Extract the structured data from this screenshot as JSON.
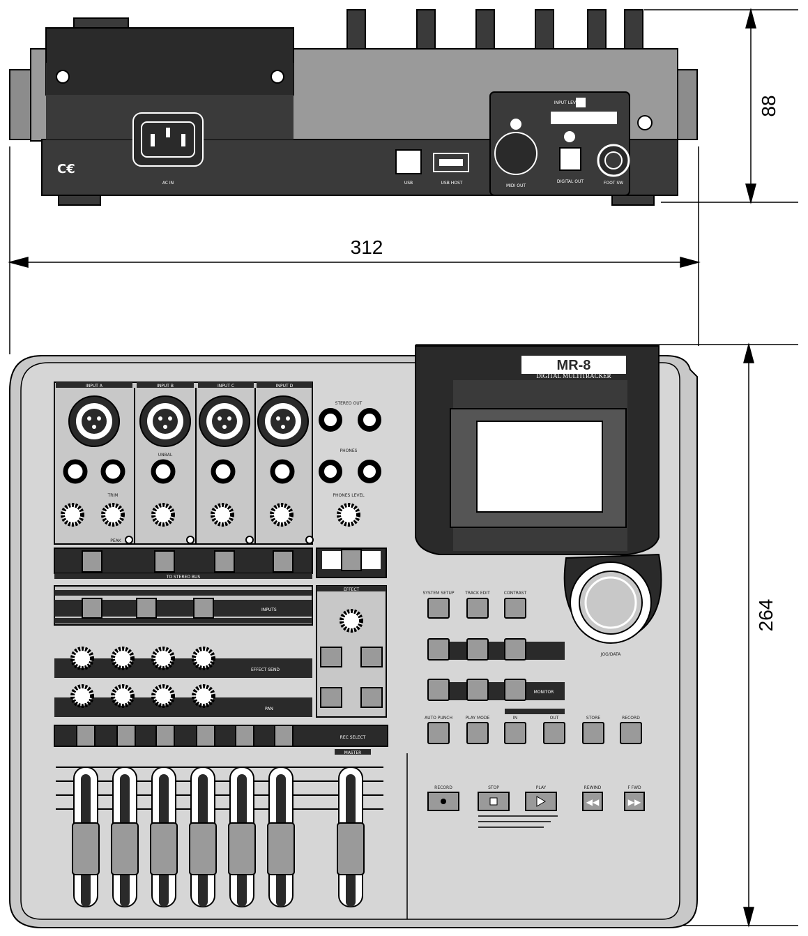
{
  "dimensions": {
    "height_rear": "88",
    "width": "312",
    "depth_top": "264"
  },
  "rear_panel": {
    "labels": {
      "ac_in": "AC IN",
      "usb": "USB",
      "usb_host": "USB HOST",
      "midi_out": "MIDI OUT",
      "digital_out": "DIGITAL OUT",
      "foot_sw": "FOOT SW",
      "input_level": "INPUT LEVEL"
    }
  },
  "top_panel": {
    "brand": "MR-8",
    "subtitle": "DIGITAL MULTITRACKER",
    "inputs": [
      "INPUT A",
      "INPUT B",
      "INPUT C",
      "INPUT D"
    ],
    "stereo_out": "STEREO OUT",
    "phones": "PHONES",
    "phones_level": "PHONES LEVEL",
    "trim": "TRIM",
    "unbal": "UNBAL",
    "peak": "PEAK",
    "to_stereo_bus": "TO STEREO BUS",
    "inputs_label": "INPUTS",
    "effect": "EFFECT",
    "effect_send": "EFFECT SEND",
    "pan": "PAN",
    "rec_select": "REC SELECT",
    "master": "MASTER",
    "jog_label": "JOG/DATA",
    "monitor": "MONITOR",
    "transport": [
      "RECORD",
      "STOP",
      "PLAY",
      "REWIND",
      "F FWD"
    ],
    "keys_row1": [
      "SYSTEM SETUP",
      "TRACK EDIT",
      "CONTRAST"
    ],
    "keys_row4": [
      "AUTO PUNCH",
      "PLAY MODE",
      "IN",
      "OUT",
      "STORE",
      "RECORD"
    ]
  },
  "colors": {
    "rear_dark": "#3a3a3a",
    "rear_gray": "#8c8c8c",
    "panel_gray": "#c8c8c8",
    "panel_mid": "#9a9a9a",
    "strip_dark": "#2a2a2a",
    "display": "#ffffff"
  }
}
